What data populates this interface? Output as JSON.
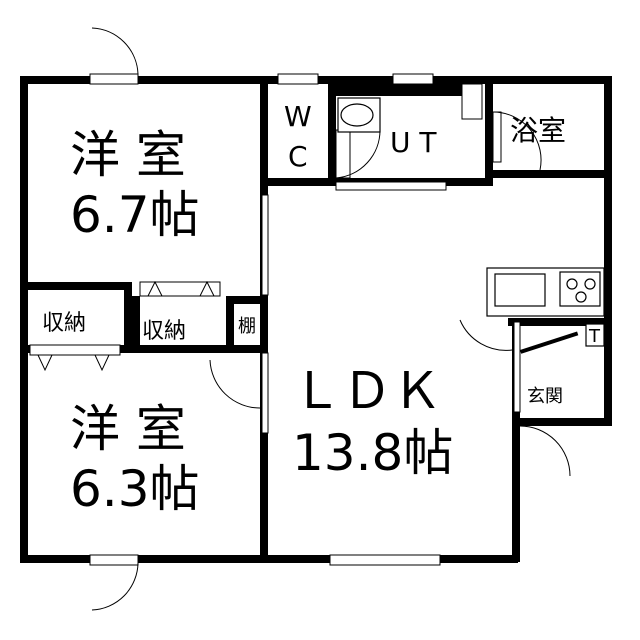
{
  "rooms": {
    "bedroom1": {
      "name": "洋 室",
      "size": "6.7帖"
    },
    "bedroom2": {
      "name": "洋 室",
      "size": "6.3帖"
    },
    "ldk": {
      "name": "ＬＤＫ",
      "size": "13.8帖"
    },
    "wc_w": "W",
    "wc_c": "C",
    "ut": "U T",
    "bath": "浴室",
    "closet1": "収納",
    "closet2": "収納",
    "shelf": "棚",
    "entrance": "玄関",
    "t_mark": "T"
  }
}
